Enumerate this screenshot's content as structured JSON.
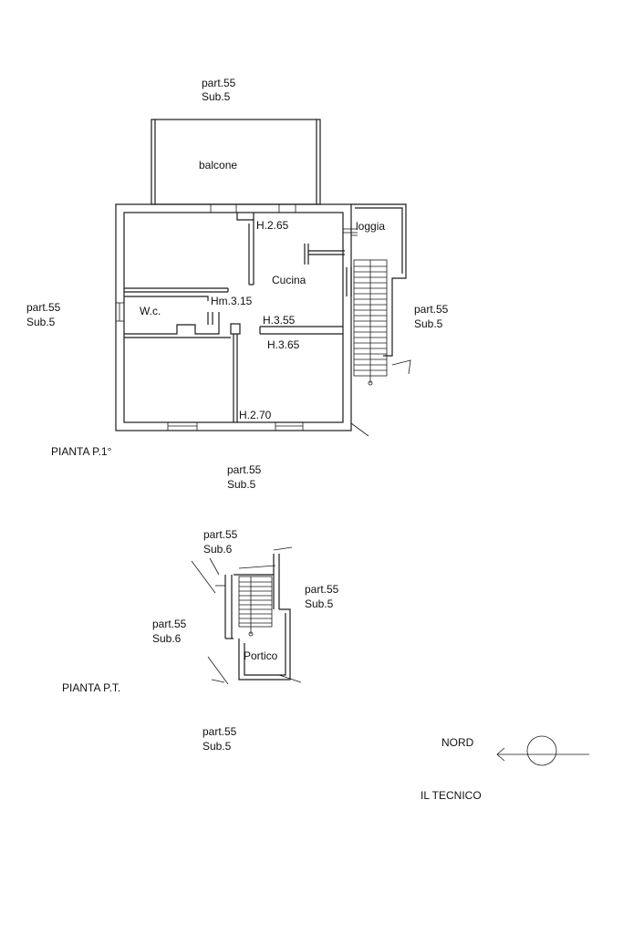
{
  "labels": {
    "top_part": "part.55",
    "top_sub": "Sub.5",
    "balcone": "balcone",
    "h265": "H.2.65",
    "loggia": "loggia",
    "cucina": "Cucina",
    "left_part": "part.55",
    "left_sub": "Sub.5",
    "wc": "W.c.",
    "hm315": "Hm.3.15",
    "h355": "H.3.55",
    "h365": "H.3.65",
    "right_part": "part.55",
    "right_sub": "Sub.5",
    "h270": "H.2.70",
    "pianta_p1": "PIANTA P.1°",
    "mid_part": "part.55",
    "mid_sub": "Sub.5",
    "pt_top_part": "part.55",
    "pt_top_sub": "Sub.6",
    "pt_right_part": "part.55",
    "pt_right_sub": "Sub.5",
    "pt_left_part": "part.55",
    "pt_left_sub": "Sub.6",
    "portico": "Portico",
    "pianta_pt": "PIANTA P.T.",
    "bottom_part": "part.55",
    "bottom_sub": "Sub.5",
    "nord": "NORD",
    "tecnico": "IL TECNICO"
  }
}
